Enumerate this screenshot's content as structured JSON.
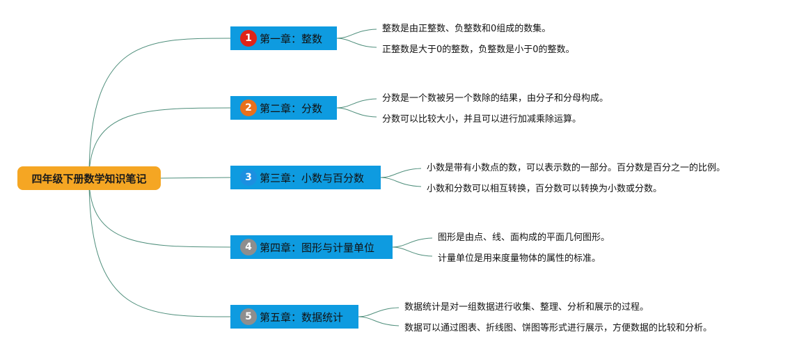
{
  "root": {
    "label": "四年级下册数学知识笔记",
    "color": "#F5A623"
  },
  "topic_color": "#0E9BE0",
  "line_color": "#4E8E7B",
  "topics": [
    {
      "number": "1",
      "badge_color": "#E02418",
      "label": "第一章：整数",
      "notes": [
        "整数是由正整数、负整数和0组成的数集。",
        "正整数是大于0的整数，负整数是小于0的整数。"
      ]
    },
    {
      "number": "2",
      "badge_color": "#E8701C",
      "label": "第二章：分数",
      "notes": [
        "分数是一个数被另一个数除的结果，由分子和分母构成。",
        "分数可以比较大小，并且可以进行加减乘除运算。"
      ]
    },
    {
      "number": "3",
      "badge_color": "#1C8FE0",
      "label": "第三章：小数与百分数",
      "notes": [
        "小数是带有小数点的数，可以表示数的一部分。百分数是百分之一的比例。",
        "小数和分数可以相互转换，百分数可以转换为小数或分数。"
      ]
    },
    {
      "number": "4",
      "badge_color": "#8E8E8E",
      "label": "第四章：图形与计量单位",
      "notes": [
        "图形是由点、线、面构成的平面几何图形。",
        "计量单位是用来度量物体的属性的标准。"
      ]
    },
    {
      "number": "5",
      "badge_color": "#8E8E8E",
      "label": "第五章：数据统计",
      "notes": [
        "数据统计是对一组数据进行收集、整理、分析和展示的过程。",
        "数据可以通过图表、折线图、饼图等形式进行展示，方便数据的比较和分析。"
      ]
    }
  ]
}
